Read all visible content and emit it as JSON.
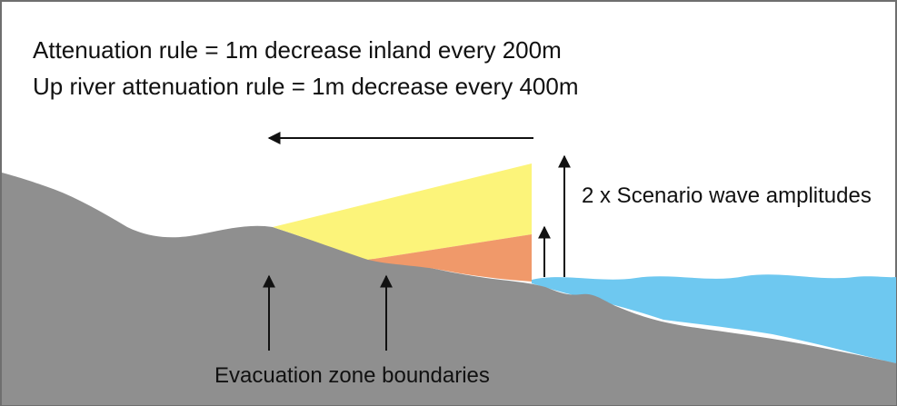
{
  "rules": {
    "attenuation": "Attenuation rule = 1m decrease inland every 200m",
    "up_river": "Up river attenuation rule = 1m decrease every 400m"
  },
  "labels": {
    "wave_amplitudes": "2 x Scenario wave amplitudes",
    "evacuation_boundaries": "Evacuation zone boundaries"
  },
  "colors": {
    "land": "#8f8f8f",
    "water": "#6ec8f0",
    "attenuation_high": "#fcf47a",
    "attenuation_low": "#f0996a",
    "arrow": "#111111",
    "border": "#6f6f6f"
  }
}
